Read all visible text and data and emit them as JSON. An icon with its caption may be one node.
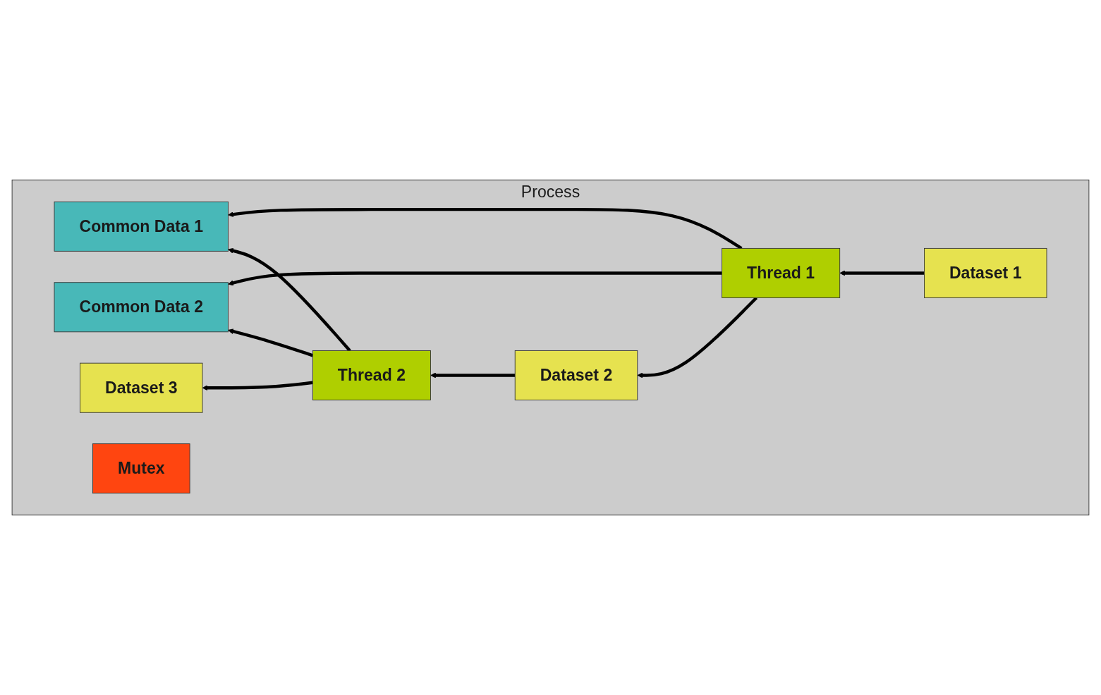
{
  "diagram": {
    "nodes": [
      {
        "text": [
          "Process"
        ]
      },
      {
        "text": [
          "Common Data 1"
        ],
        "in": 0
      },
      {
        "text": [
          "Common Data 2"
        ],
        "in": 0
      },
      {
        "text": [
          "Thread 1"
        ],
        "in": 0
      },
      {
        "text": [
          "Thread 2"
        ],
        "in": 0
      },
      {
        "text": [
          "Mutex"
        ],
        "in": 0
      },
      {
        "text": [
          "Dataset 1"
        ],
        "in": 0
      },
      {
        "text": [
          "Dataset 2"
        ],
        "in": 0
      },
      {
        "text": [
          "Dataset 3"
        ],
        "in": 0
      }
    ],
    "edges": [
      {
        "from": 3,
        "to": 1,
        "arrow": "to"
      },
      {
        "from": 3,
        "to": 2,
        "arrow": "to"
      },
      {
        "from": 4,
        "to": 1,
        "arrow": "to"
      },
      {
        "from": 4,
        "to": 2,
        "arrow": "to"
      },
      {
        "from": 6,
        "to": 3,
        "arrow": "to"
      },
      {
        "from": 3,
        "to": 7,
        "arrow": "to"
      },
      {
        "from": 7,
        "to": 4,
        "arrow": "to"
      },
      {
        "from": 4,
        "to": 8,
        "arrow": "to"
      }
    ]
  }
}
